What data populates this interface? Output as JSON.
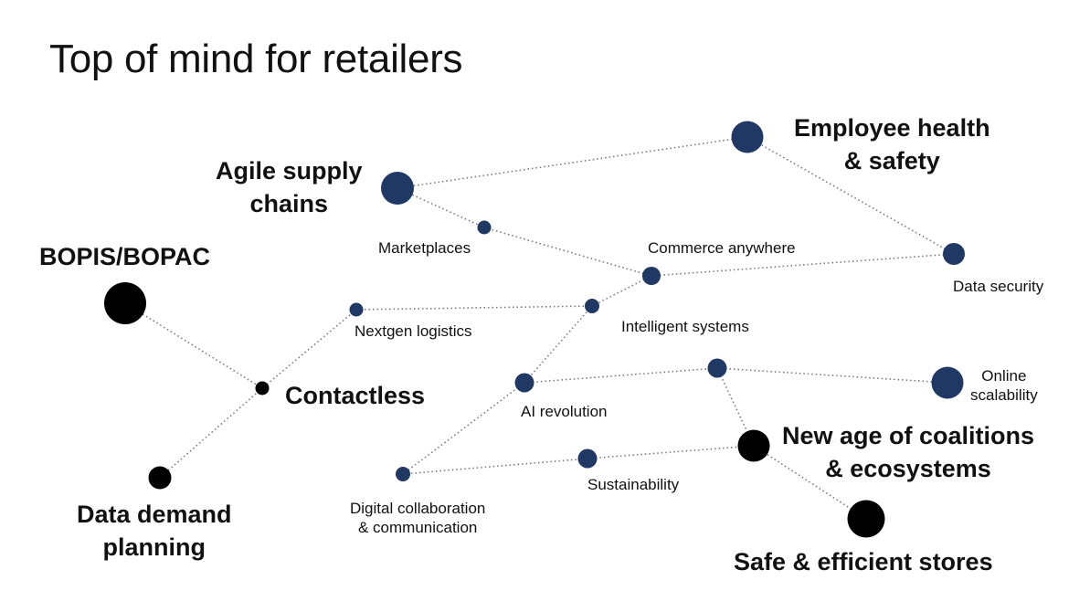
{
  "title": "Top of mind for retailers",
  "labels": {
    "agile_supply_chains": [
      "Agile supply",
      "chains"
    ],
    "employee_health_safety": [
      "Employee health",
      "& safety"
    ],
    "bopis_bopac": "BOPIS/BOPAC",
    "marketplaces": "Marketplaces",
    "commerce_anywhere": "Commerce anywhere",
    "data_security": "Data security",
    "nextgen_logistics": "Nextgen logistics",
    "intelligent_systems": "Intelligent systems",
    "contactless": "Contactless",
    "ai_revolution": "AI revolution",
    "online_scalability": [
      "Online",
      "scalability"
    ],
    "new_age_coalitions": [
      "New age of coalitions",
      "& ecosystems"
    ],
    "data_demand_planning": [
      "Data demand",
      "planning"
    ],
    "digital_collaboration": [
      "Digital collaboration",
      "& communication"
    ],
    "sustainability": "Sustainability",
    "safe_efficient_stores": "Safe & efficient stores"
  },
  "colors": {
    "major_node": "#000000",
    "minor_node": "#1f3864",
    "edge": "#7a7a7a"
  }
}
